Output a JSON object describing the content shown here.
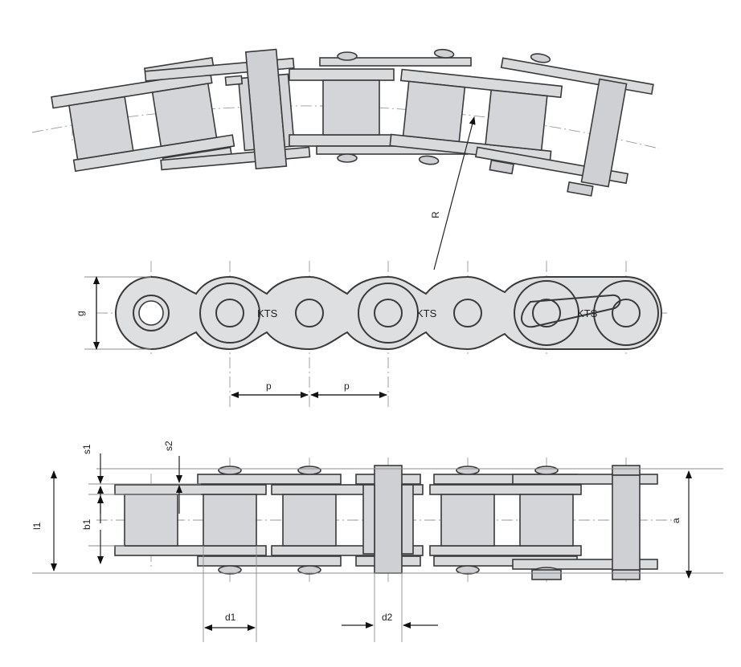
{
  "labels": {
    "R": "R",
    "g": "g",
    "p1": "p",
    "p2": "p",
    "s1": "s1",
    "s2": "s2",
    "l1": "l1",
    "b1": "b1",
    "a": "a",
    "d1": "d1",
    "d2": "d2"
  },
  "brand_marks": [
    "KTS",
    "KTS",
    "KTS"
  ]
}
